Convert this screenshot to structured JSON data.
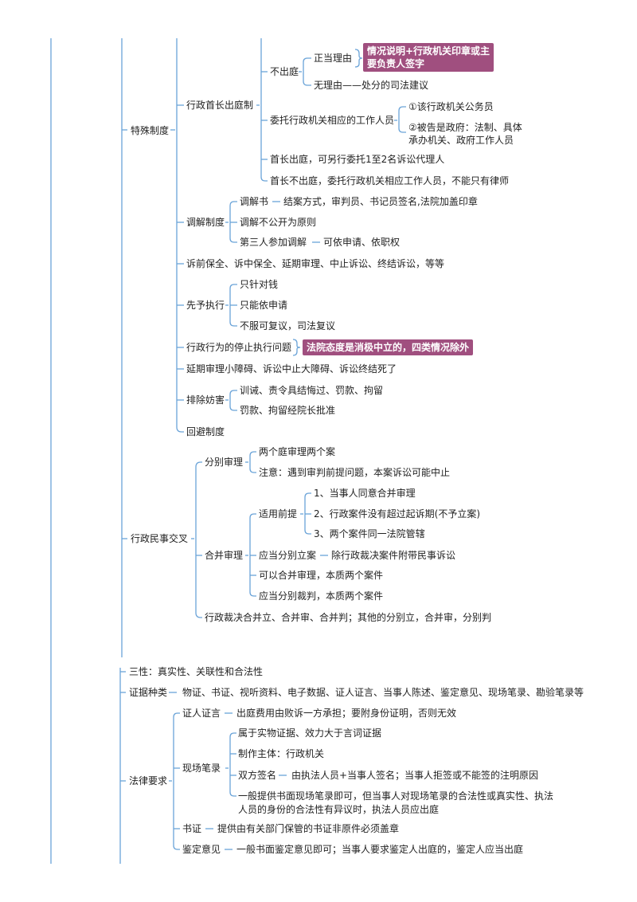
{
  "colors": {
    "line": "#6aa3d8",
    "highlight_bg": "#a04f7f",
    "highlight_text": "#ffffff",
    "text": "#222222"
  },
  "section1": {
    "special_system": "特殊制度",
    "head_appear": "行政首长出庭制",
    "not_appear": "不出庭",
    "legit_reason": "正当理由",
    "legit_note_line1": "情况说明+行政机关印章或主",
    "legit_note_line2": "要负责人签字",
    "no_reason": "无理由——处分的司法建议",
    "delegate": "委托行政机关相应的工作人员",
    "delegate_opt1": "①该行政机关公务员",
    "delegate_opt2_line1": "②被告是政府：法制、具体",
    "delegate_opt2_line2": "承办机关、政府工作人员",
    "head_appear_agents": "首长出庭，可另行委托1至2名诉讼代理人",
    "head_not_appear": "首长不出庭，委托行政机关相应工作人员，不能只有律师",
    "mediation": "调解制度",
    "mediation_doc": "调解书",
    "mediation_doc_detail": "结案方式，审判员、书记员签名,法院加盖印章",
    "mediation_private": "调解不公开为原则",
    "third_party": "第三人参加调解",
    "third_party_detail": "可依申请、依职权",
    "preservation": "诉前保全、诉中保全、延期审理、中止诉讼、终结诉讼，等等",
    "advance_exec": "先予执行",
    "advance_1": "只针对钱",
    "advance_2": "只能依申请",
    "advance_3": "不服可复议，司法复议",
    "stop_exec": "行政行为的停止执行问题",
    "stop_exec_note": "法院态度是消极中立的，四类情况除外",
    "delay_terms": "延期审理小障碍、诉讼中止大障碍、诉讼终结死了",
    "obstruction": "排除妨害",
    "obstruction_1": "训诫、责令具结悔过、罚款、拘留",
    "obstruction_2": "罚款、拘留经院长批准",
    "recusal": "回避制度",
    "civil_cross": "行政民事交叉",
    "separate": "分别审理",
    "separate_1": "两个庭审理两个案",
    "separate_2": "注意：遇到审判前提问题，本案诉讼可能中止",
    "combined": "合并审理",
    "premise": "适用前提",
    "premise_1": "1、当事人同意合并审理",
    "premise_2": "2、行政案件没有超过起诉期(不予立案)",
    "premise_3": "3、两个案件同一法院管辖",
    "should_separate": "应当分别立案",
    "should_separate_detail": "除行政裁决案件附带民事诉讼",
    "can_combine": "可以合并审理，本质两个案件",
    "judge_separately": "应当分别裁判，本质两个案件",
    "ruling_summary": "行政裁决合并立、合并审、合并判；其他的分别立，合并审，分别判"
  },
  "section2": {
    "three_props": "三性：真实性、关联性和合法性",
    "evidence_types": "证据种类",
    "evidence_types_list": "物证、书证、视听资料、电子数据、证人证言、当事人陈述、鉴定意见、现场笔录、勘验笔录等",
    "legal_req": "法律要求",
    "witness": "证人证言",
    "witness_detail": "出庭费用由败诉一方承担；要附身份证明，否则无效",
    "onsite": "现场笔录",
    "onsite_1": "属于实物证据、效力大于言词证据",
    "onsite_2": "制作主体：行政机关",
    "dual_sign": "双方签名",
    "dual_sign_detail": "由执法人员+当事人签名；当事人拒签或不能签的注明原因",
    "onsite_4_line1": "一般提供书面现场笔录即可，但当事人对现场笔录的合法性或真实性、执法",
    "onsite_4_line2": "人员的身份的合法性有异议时，执法人员应出庭",
    "documentary": "书证",
    "documentary_detail": "提供由有关部门保管的书证非原件必须盖章",
    "appraisal": "鉴定意见",
    "appraisal_detail": "一般书面鉴定意见即可；当事人要求鉴定人出庭的，鉴定人应当出庭"
  }
}
